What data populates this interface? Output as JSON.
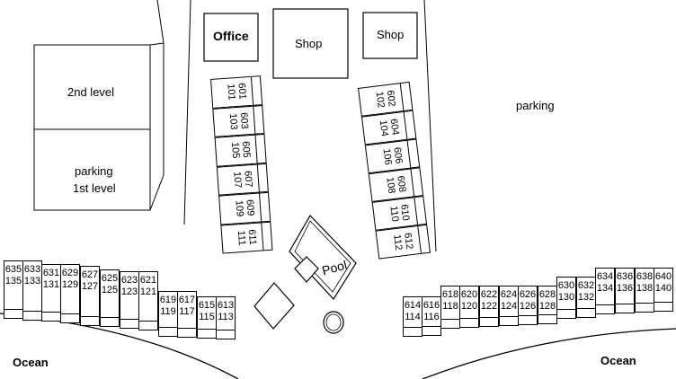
{
  "labels": {
    "office": "Office",
    "shop_left": "Shop",
    "shop_right": "Shop",
    "parking_2nd": "2nd level",
    "parking_1st_line1": "parking",
    "parking_1st_line2": "1st level",
    "parking_right": "parking",
    "pool": "Pool",
    "ocean_left": "Ocean",
    "ocean_right": "Ocean"
  },
  "left_vertical_block": [
    {
      "top": "601",
      "bottom": "101"
    },
    {
      "top": "603",
      "bottom": "103"
    },
    {
      "top": "605",
      "bottom": "105"
    },
    {
      "top": "607",
      "bottom": "107"
    },
    {
      "top": "609",
      "bottom": "109"
    },
    {
      "top": "611",
      "bottom": "111"
    }
  ],
  "right_vertical_block": [
    {
      "top": "602",
      "bottom": "102"
    },
    {
      "top": "604",
      "bottom": "104"
    },
    {
      "top": "606",
      "bottom": "106"
    },
    {
      "top": "608",
      "bottom": "108"
    },
    {
      "top": "610",
      "bottom": "110"
    },
    {
      "top": "612",
      "bottom": "112"
    }
  ],
  "left_ocean_row": [
    {
      "top": "635",
      "bottom": "135"
    },
    {
      "top": "633",
      "bottom": "133"
    },
    {
      "top": "631",
      "bottom": "131"
    },
    {
      "top": "629",
      "bottom": "129"
    },
    {
      "top": "627",
      "bottom": "127"
    },
    {
      "top": "625",
      "bottom": "125"
    },
    {
      "top": "623",
      "bottom": "123"
    },
    {
      "top": "621",
      "bottom": "121"
    },
    {
      "top": "619",
      "bottom": "119"
    },
    {
      "top": "617",
      "bottom": "117"
    },
    {
      "top": "615",
      "bottom": "115"
    },
    {
      "top": "613",
      "bottom": "113"
    }
  ],
  "right_ocean_row": [
    {
      "top": "614",
      "bottom": "114"
    },
    {
      "top": "616",
      "bottom": "116"
    },
    {
      "top": "618",
      "bottom": "118"
    },
    {
      "top": "620",
      "bottom": "120"
    },
    {
      "top": "622",
      "bottom": "122"
    },
    {
      "top": "624",
      "bottom": "124"
    },
    {
      "top": "626",
      "bottom": "126"
    },
    {
      "top": "628",
      "bottom": "128"
    },
    {
      "top": "630",
      "bottom": "130"
    },
    {
      "top": "632",
      "bottom": "132"
    },
    {
      "top": "634",
      "bottom": "134"
    },
    {
      "top": "636",
      "bottom": "136"
    },
    {
      "top": "638",
      "bottom": "138"
    },
    {
      "top": "640",
      "bottom": "140"
    }
  ]
}
